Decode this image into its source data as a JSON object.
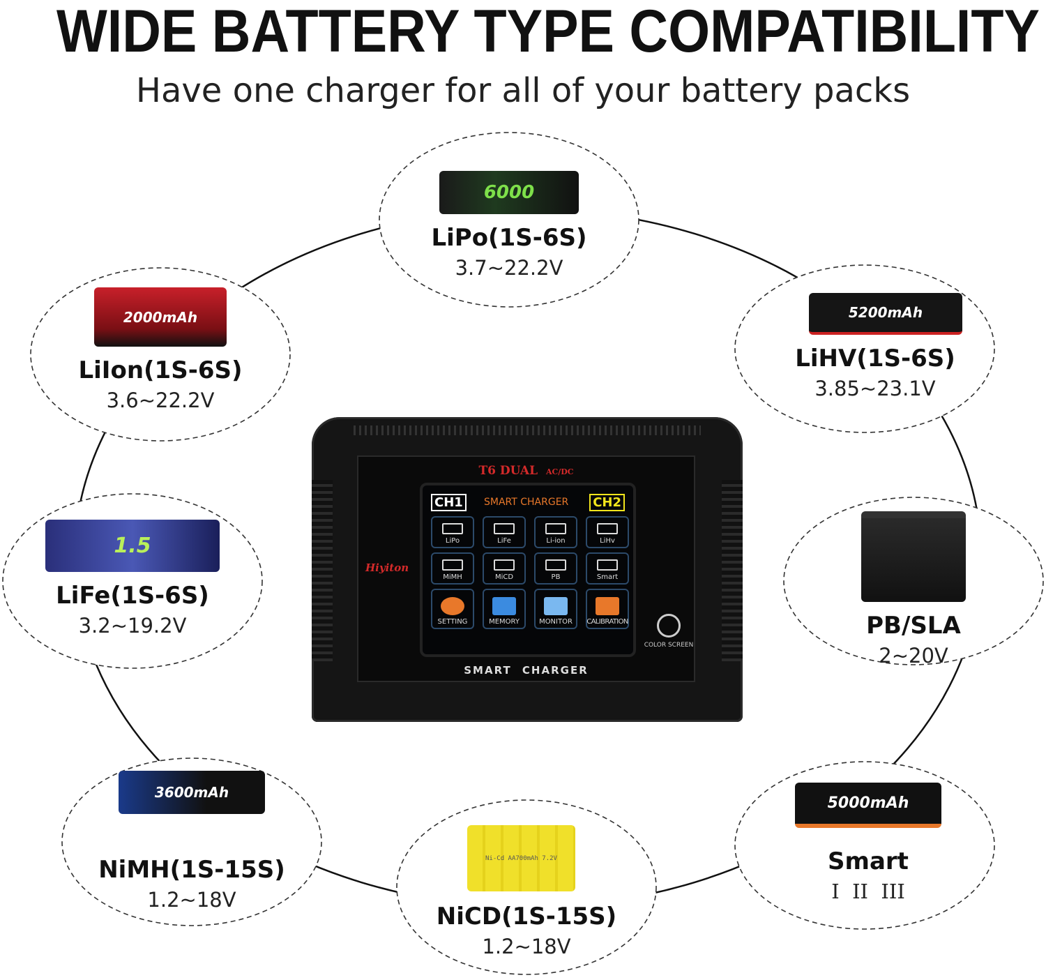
{
  "header": {
    "title": "WIDE BATTERY TYPE COMPATIBILITY",
    "subtitle": "Have one charger for all of your battery packs"
  },
  "batteries": [
    {
      "name": "LiPo(1S-6S)",
      "voltage": "3.7~22.2V",
      "pack_label": "6000"
    },
    {
      "name": "LiIon(1S-6S)",
      "voltage": "3.6~22.2V",
      "pack_label": "2000mAh"
    },
    {
      "name": "LiHV(1S-6S)",
      "voltage": "3.85~23.1V",
      "pack_label": "5200mAh"
    },
    {
      "name": "LiFe(1S-6S)",
      "voltage": "3.2~19.2V",
      "pack_label": "1.5"
    },
    {
      "name": "PB/SLA",
      "voltage": "2~20V",
      "pack_label": ""
    },
    {
      "name": "NiMH(1S-15S)",
      "voltage": "1.2~18V",
      "pack_label": "3600mAh"
    },
    {
      "name": "NiCD(1S-15S)",
      "voltage": "1.2~18V",
      "pack_label": "Ni-Cd AA700mAh 7.2V"
    },
    {
      "name": "Smart",
      "voltage": "I  II  III",
      "pack_label": "5000mAh"
    }
  ],
  "charger": {
    "model": "T6 DUAL",
    "model_suffix": "AC/DC",
    "brand": "Hiyiton",
    "bottom_label": "SMART CHARGER",
    "touch_label": "COLOR SCREEN",
    "screen": {
      "ch1": "CH1",
      "ch2": "CH2",
      "title": "SMART CHARGER",
      "tiles": [
        "LiPo",
        "LiFe",
        "Li-ion",
        "LiHv",
        "MiMH",
        "MiCD",
        "PB",
        "Smart",
        "SETTING",
        "MEMORY",
        "MONITOR",
        "CALIBRATION"
      ]
    }
  },
  "colors": {
    "accent_red": "#d42a2a",
    "ch2_yellow": "#f2e51c",
    "orange": "#e8782a"
  }
}
